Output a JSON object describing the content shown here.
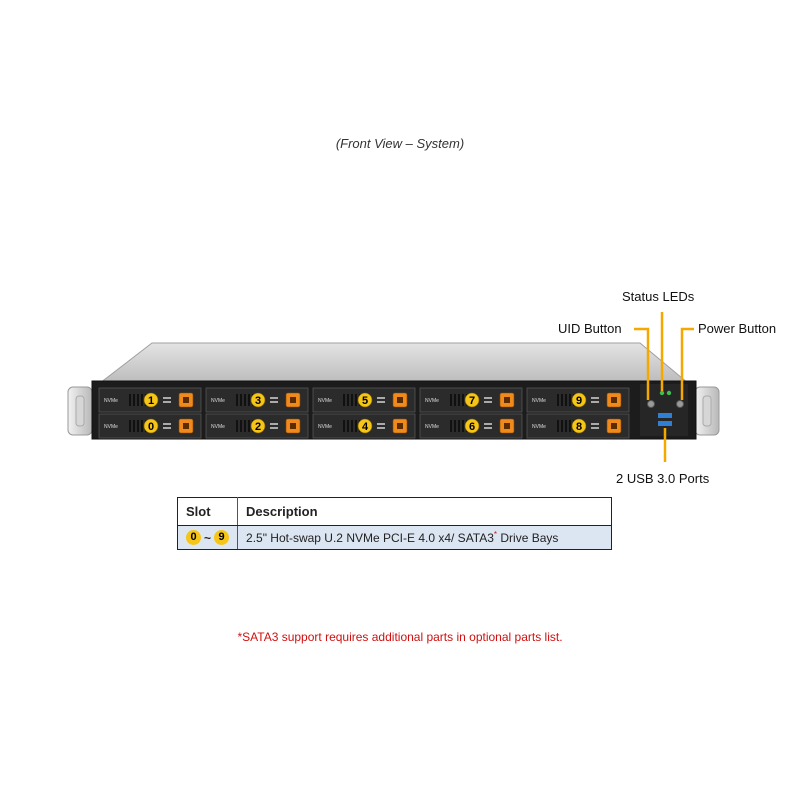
{
  "caption": "(Front View – System)",
  "callouts": {
    "status_leds": "Status LEDs",
    "uid_button": "UID Button",
    "power_button": "Power Button",
    "usb_ports": "2 USB 3.0 Ports"
  },
  "drive_bays": {
    "tray_label": "NVMe",
    "top_row": [
      "1",
      "3",
      "5",
      "7",
      "9"
    ],
    "bottom_row": [
      "0",
      "2",
      "4",
      "6",
      "8"
    ],
    "colors": {
      "badge": "#f5c518",
      "latch": "#f08a1c",
      "accent_line": "#f5a800"
    }
  },
  "table": {
    "headers": {
      "slot": "Slot",
      "description": "Description"
    },
    "row": {
      "slot_from": "0",
      "slot_sep": "~",
      "slot_to": "9",
      "description": "2.5\" Hot-swap U.2 NVMe PCI-E 4.0 x4/ SATA3",
      "description_mark": "*",
      "description_suffix": " Drive Bays"
    }
  },
  "footnote": "*SATA3 support requires additional parts in optional parts list."
}
